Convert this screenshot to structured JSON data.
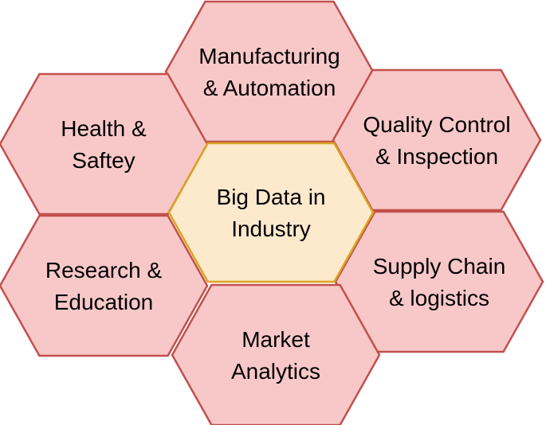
{
  "colors": {
    "outer_fill": "#f8c8c8",
    "outer_stroke": "#c0504d",
    "center_fill": "#fde9cc",
    "center_stroke": "#d9a520"
  },
  "hexes": {
    "center": {
      "line1": "Big Data in",
      "line2": "Industry"
    },
    "manufacturing": {
      "line1": "Manufacturing",
      "line2": "& Automation"
    },
    "health": {
      "line1": "Health &",
      "line2": "Saftey"
    },
    "quality": {
      "line1": "Quality Control",
      "line2": "& Inspection"
    },
    "research": {
      "line1": "Research &",
      "line2": "Education"
    },
    "supply": {
      "line1": "Supply Chain",
      "line2": "& logistics"
    },
    "market": {
      "line1": "Market",
      "line2": "Analytics"
    }
  }
}
